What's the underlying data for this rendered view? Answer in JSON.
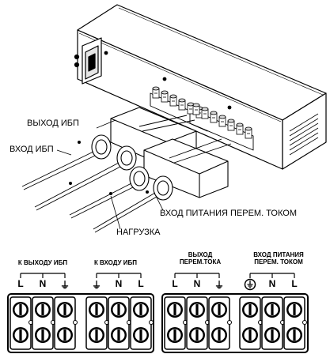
{
  "callouts": {
    "ups_output": "ВЫХОД ИБП",
    "ups_input": "ВХОД ИБП",
    "ac_input": "ВХОД ПИТАНИЯ ПЕРЕМ. ТОКОМ",
    "load": "НАГРУЗКА"
  },
  "terminal_groups": [
    {
      "title": "К ВЫХОДУ ИБП",
      "terminals": [
        "L",
        "N",
        "⏚"
      ]
    },
    {
      "title": "К ВХОДУ ИБП",
      "terminals": [
        "⏚",
        "N",
        "L"
      ]
    },
    {
      "title": "ВЫХОД ПЕРЕМ.ТОКА",
      "terminals": [
        "L",
        "N",
        "⏚"
      ]
    },
    {
      "title": "ВХОД ПИТАНИЯ ПЕРЕМ. ТОКОМ",
      "terminals": [
        "⏚",
        "N",
        "L"
      ]
    }
  ],
  "group_title_lines": [
    [
      "К ВЫХОДУ ИБП"
    ],
    [
      "К ВХОДУ ИБП"
    ],
    [
      "ВЫХОД",
      "ПЕРЕМ.ТОКА"
    ],
    [
      "ВХОД ПИТАНИЯ",
      "ПЕРЕМ. ТОКОМ"
    ]
  ],
  "icons": {
    "ground": "ground-icon",
    "protective_ground": "protective-earth-icon",
    "screw_terminal": "screw-terminal-icon"
  },
  "colors": {
    "line": "#000000",
    "fill_light": "#ffffff",
    "fill_shade": "#d9d9d9"
  }
}
